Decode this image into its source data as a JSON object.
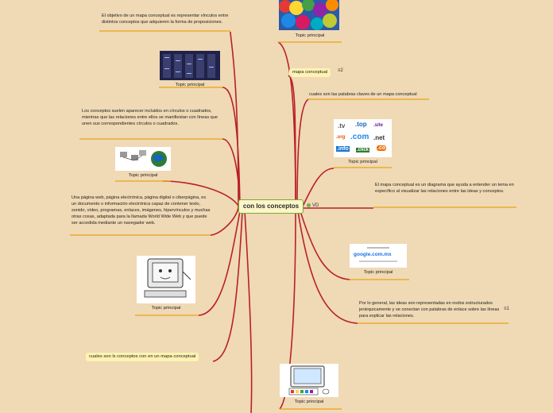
{
  "central": {
    "label": "con los conceptos",
    "marker": "VD"
  },
  "topics": {
    "top_right_1": "Topic principal",
    "top_left_servers": "Topic principal",
    "left_network": "Topic principal",
    "right_domains": "Topic principal",
    "right_google": "Topic principal",
    "left_computer": "Topic principal",
    "bottom_right_computer": "Topic principal"
  },
  "texts": {
    "objetivo": "El objetivo de un mapa conceptual es representar vínculos entre distintos conceptos que adquieren la forma de proposiciones.",
    "conceptos_circulos": "Los conceptos suelen aparecer incluidos en círculos o cuadrados, mientras que las relaciones entre ellos se manifiestan con líneas que unen sus correspondientes círculos o cuadrados.",
    "pagina_web": "Una página web, página electrónica, página digital o ciberpágina, es un documento o información electrónica capaz de contener texto, sonido, vídeo, programas, enlaces, imágenes, hipervínculos y muchas otras cosas, adaptada para la llamada World Wide Web y que puede ser accedida mediante un navegador web.",
    "palabras_clave": "cuales son las palabras claves de un mapa conceptual",
    "definicion": "El mapa conceptual es un diagrama que ayuda a entender un tema en específico al visualizar las relaciones entre las ideas y conceptos.",
    "jerarquia": "Por lo general, las ideas son representadas en nodos estructurados jerárquicamente y se conectan con palabras de enlace sobre las líneas para explicar las relaciones."
  },
  "pills": {
    "mapa_conceptual": "mapa conceptual",
    "cuales_conceptos": "cuales son ls conceptos con en un mapa conceptual"
  },
  "badges": {
    "mapa_count": "2",
    "jerarquia_count": "1"
  },
  "domains": {
    "tv": ".tv",
    "top": ".top",
    "site": ".site",
    "org": ".org",
    "com": ".com",
    "net": ".net",
    "info": ".info",
    "click": ".click",
    "co": ".co"
  },
  "google_img": {
    "main": "google.com.mx"
  },
  "colors": {
    "line": "#b8202a",
    "underline": "#c0392b",
    "accent": "#e8a317",
    "central_border": "#7cab34"
  }
}
